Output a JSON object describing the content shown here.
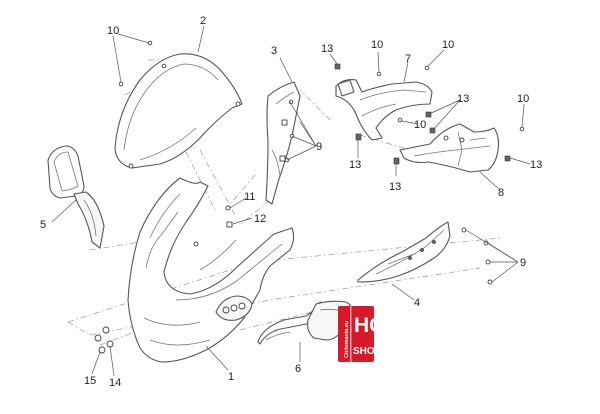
{
  "diagram": {
    "callouts": {
      "c1": "1",
      "c2": "2",
      "c3": "3",
      "c4": "4",
      "c5": "5",
      "c6": "6",
      "c7": "7",
      "c8": "8",
      "c9a": "9",
      "c9b": "9",
      "c10a": "10",
      "c10b": "10",
      "c10c": "10",
      "c10d": "10",
      "c10e": "10",
      "c11": "11",
      "c12": "12",
      "c13a": "13",
      "c13b": "13",
      "c13c": "13",
      "c13d": "13",
      "c13e": "13",
      "c14": "14",
      "c15": "15"
    }
  },
  "logo": {
    "main": "HC",
    "sub": "SHOP",
    "vertical": "Ciclomania.eu"
  },
  "colors": {
    "logo_red": "#d8192a",
    "line": "#555555"
  }
}
